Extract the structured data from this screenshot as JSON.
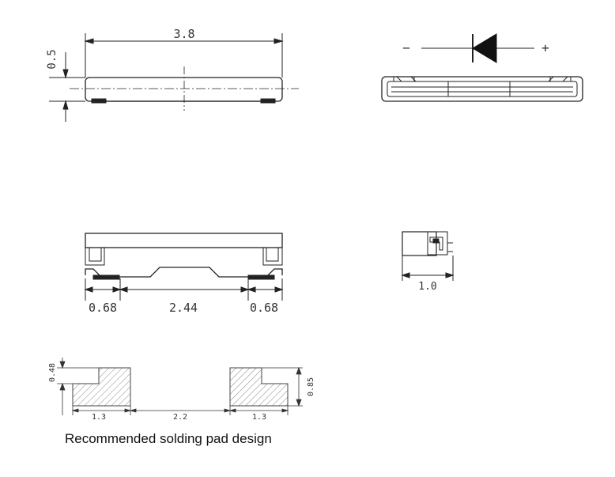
{
  "side_view": {
    "length_label": "3.8",
    "height_label": "0.5"
  },
  "polarity": {
    "minus_label": "−",
    "plus_label": "+"
  },
  "bottom_view": {
    "left_pad_label": "0.68",
    "center_label": "2.44",
    "right_pad_label": "0.68"
  },
  "end_view": {
    "width_label": "1.0"
  },
  "solder_pad": {
    "step_height_label": "0.48",
    "total_height_label": "0.85",
    "left_width_label": "1.3",
    "gap_label": "2.2",
    "right_width_label": "1.3",
    "caption": "Recommended solding pad design"
  }
}
